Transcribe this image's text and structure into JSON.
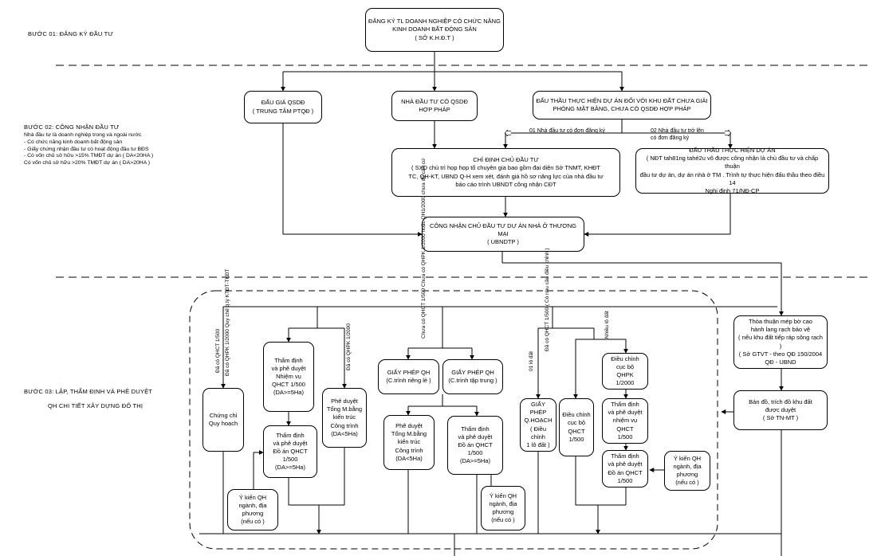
{
  "steps": {
    "step1": "BƯỚC 01: ĐĂNG KÝ ĐẦU TƯ",
    "step2": "BƯỚC 02: CÔNG NHẬN ĐẦU TƯ",
    "step3_line1": "BƯỚC 03: LẬP, THẨM ĐỊNH VÀ PHÊ DUYỆT",
    "step3_line2": "QH CHI TIẾT XÂY DỰNG ĐÔ THỊ"
  },
  "step2_conditions": "Nhà đầu tư là doanh nghiệp trong và ngoài nước\n- Có chức năng kinh doanh bất động sản\n- Giấy chứng nhận đầu tư có hoạt động đầu tư BĐS\n- Có vốn chủ sở hữu >15% TMĐT dự án ( DA<20HA )\n  Có vốn chủ sở hữu >20% TMĐT dự án ( DA>20HA )",
  "boxes": {
    "register": "ĐĂNG KÝ TL DOANH NGHIỆP CÓ CHỨC NĂNG\nKINH DOANH BẤT ĐỘNG SẢN\n( SỞ K.H.Đ.T )",
    "auction": "ĐẤU GIÁ QSDĐ\n( TRUNG TÂM PTQĐ )",
    "investor_qsdd": "NHÀ ĐẦU TƯ CÓ QSDĐ\nHỢP PHÁP",
    "bidding": "ĐẤU THẦU THỰC HIỆN DỰ ÁN ĐỐI VỚI KHU ĐẤT CHƯA GIẢI\nPHÓNG MẶT BẰNG, CHƯA CÓ QSDĐ HỢP PHÁP",
    "appoint": "CHỈ ĐỊNH CHỦ ĐẦU TƯ\n( SXD chủ trì họp họp tổ chuyên gia bao gồm đại diện Sở TNMT, KHĐT\nTC, QH-KT, UBND Q-H xem xét, đánh giá hồ sơ năng lực của nhà đầu tư\nbáo cáo trình UBNDT công nhận  CĐT",
    "bid_project": "ĐẤU THẦU THỰC HIỆN DỰ ÁN\n( NĐT tah81ng tahé2u vô được công nhận là chủ đầu tư và chấp thuận\nđầu tư dự án, dự án nhà ở TM . Trình tự thực hiện đấu thầu theo điều 14\nNghị định 71/NĐ-CP",
    "recognize": "CÔNG NHẬN CHỦ ĐẦU TƯ DỰ ÁN NHÀ Ở THƯƠNG MẠI\n( UBNDTP )",
    "cert_plan": "Chứng chỉ\nQuy hoạch",
    "appraise_task": "Thẩm định\nvà phê duyệt\nNhiệm vụ\nQHCT 1/500\n(DA>=5Ha)",
    "appraise_plan": "Thẩm định\nvà phê duyệt\nĐồ án QHCT 1/500\n(DA>=5Ha)",
    "approve_layout": "Phê duyệt\nTổng M.bằng\nkiến trúc\nCông trình\n(DA<5Ha)",
    "opinion1": "Ý kiến QH\nngành, địa\nphương\n(nếu có )",
    "permit_private": "GIẤY PHÉP QH\n(C.trình riêng lẻ )",
    "permit_central": "GIẤY PHÉP QH\n(C.trình tập trung )",
    "approve_layout2": "Phê duyệt\nTổng M.bằng\nkiến trúc\nCông trình\n(DA<5Ha)",
    "appraise_plan2": "Thẩm định\nvà phê duyệt\nĐồ án  QHCT\n1/500\n(DA>=5Ha)",
    "opinion2": "Ý kiến QH\nngành, địa\nphương\n(nếu có )",
    "permit_adjust": "GIẤY PHÉP\nQ.HOẠCH\n( Điều chỉnh\n1 lô đất )",
    "adjust_local": "Điều chỉnh\ncục bộ\nQHCT\n1/500",
    "adjust_qhpk": "Điều chỉnh\ncục bộ\nQHPK\n1/2000",
    "appraise_task3": "Thẩm định\nvà phê duyệt\nnhiệm vụ QHCT\n1/500",
    "appraise_plan3": "Thẩm định\nvà phê duyệt\nĐồ án  QHCT\n1/500",
    "opinion3": "Ý kiến QH\nngành, địa\nphương\n(nếu có )",
    "agreement": "Thỏa thuận mép bờ cao\nhành lang rạch bảo vệ\n( nếu khu đất tiếp ráp sông rạch )\n( Sở GTVT - theo QĐ 150/2004\nQĐ - UBND",
    "land_map": "Bản đồ, trích đồ khu đất\nđược duyệt\n( Sở TN-MT )"
  },
  "labels": {
    "opt1": "01 Nhà đầu tư có đơn đăng ký",
    "opt2": "02 Nhà đầu tư trở lên\ncó đơn đăng ký",
    "v_no_qhct": "Đã có QHCT 1/500",
    "v_qhpk_tkdt": "Đã có QHPK 1/2000\nQuy chế q.lý KTĐT-TKĐT",
    "v_qhpk": "Đã có QHPK 1/2000",
    "v_no_qh": "Chưa có QHCT 1/500\nChưa có QHPK 1/2000\nhoặc QH1/2000\nchưa đủ căn cứ",
    "v_has_qhct": "Đã có QHCT 1/500\n( Có nhu cầu điều chỉnh )",
    "v_one_lot": "01 lô đất",
    "v_many_lots": "Nhiều lô đất"
  }
}
